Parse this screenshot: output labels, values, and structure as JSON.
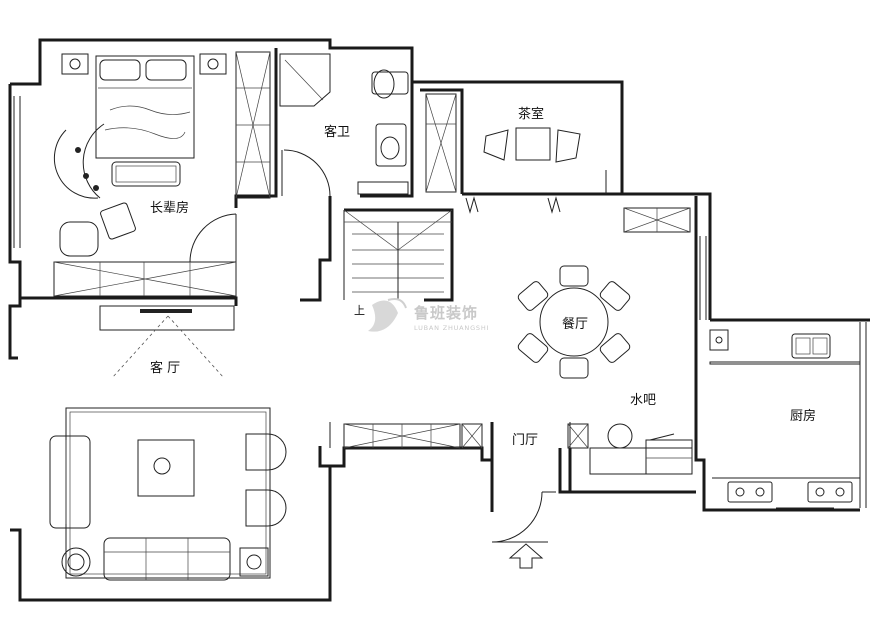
{
  "rooms": {
    "elder_bedroom": "长辈房",
    "guest_bath": "客卫",
    "tea_room": "茶室",
    "dining": "餐厅",
    "living": "客 厅",
    "water_bar": "水吧",
    "foyer": "门厅",
    "kitchen": "厨房"
  },
  "stair_label": "上",
  "watermark": {
    "brand": "鲁班装饰",
    "sub": "LUBAN ZHUANGSHI"
  }
}
